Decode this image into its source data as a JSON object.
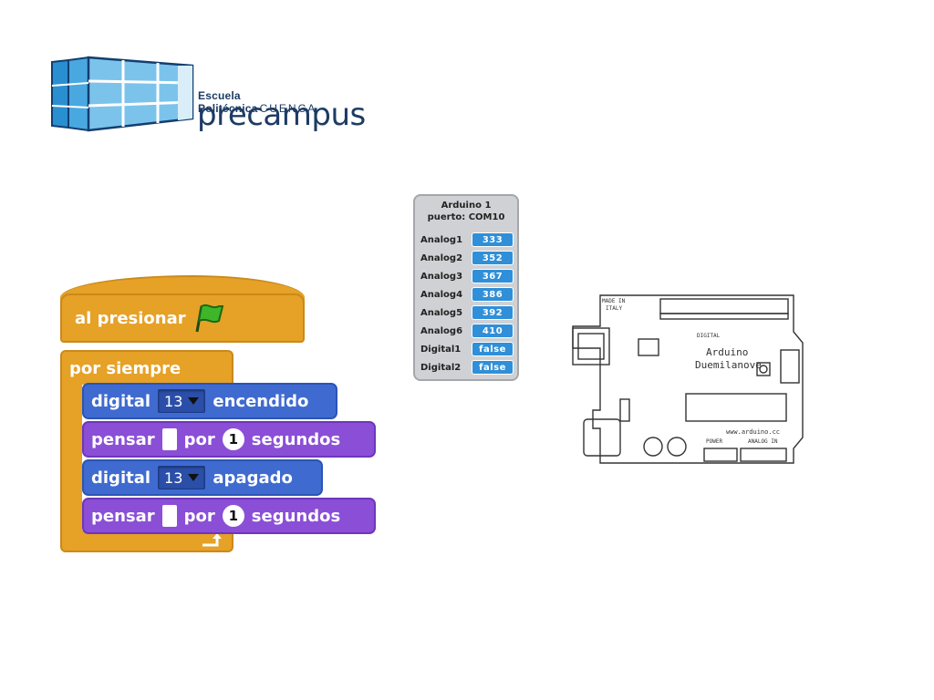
{
  "logo": {
    "school_name": "Escuela Politécnica",
    "city": "CUENCA",
    "brand": "precampus",
    "brand_color": "#1d3b64"
  },
  "blocks": {
    "hat_label": "al presionar",
    "forever_label": "por siempre",
    "digital_on": {
      "prefix": "digital",
      "pin": "13",
      "suffix": "encendido"
    },
    "think1": {
      "prefix": "pensar",
      "mid": "por",
      "seconds": "1",
      "suffix": "segundos"
    },
    "digital_off": {
      "prefix": "digital",
      "pin": "13",
      "suffix": "apagado"
    },
    "think2": {
      "prefix": "pensar",
      "mid": "por",
      "seconds": "1",
      "suffix": "segundos"
    },
    "colors": {
      "control": "#e6a127",
      "motion": "#3f6bd0",
      "looks": "#8a4fd6"
    }
  },
  "sensor_panel": {
    "title_line1": "Arduino 1",
    "title_line2": "puerto: COM10",
    "rows": [
      {
        "label": "Analog1",
        "value": "333"
      },
      {
        "label": "Analog2",
        "value": "352"
      },
      {
        "label": "Analog3",
        "value": "367"
      },
      {
        "label": "Analog4",
        "value": "386"
      },
      {
        "label": "Analog5",
        "value": "392"
      },
      {
        "label": "Analog6",
        "value": "410"
      },
      {
        "label": "Digital1",
        "value": "false"
      },
      {
        "label": "Digital2",
        "value": "false"
      }
    ]
  },
  "arduino_board": {
    "made_in": "MADE IN",
    "italy": "ITALY",
    "brand": "Arduino",
    "model": "Duemilanove",
    "url": "www.arduino.cc",
    "digital": "DIGITAL",
    "power": "POWER",
    "analog_in": "ANALOG IN"
  }
}
